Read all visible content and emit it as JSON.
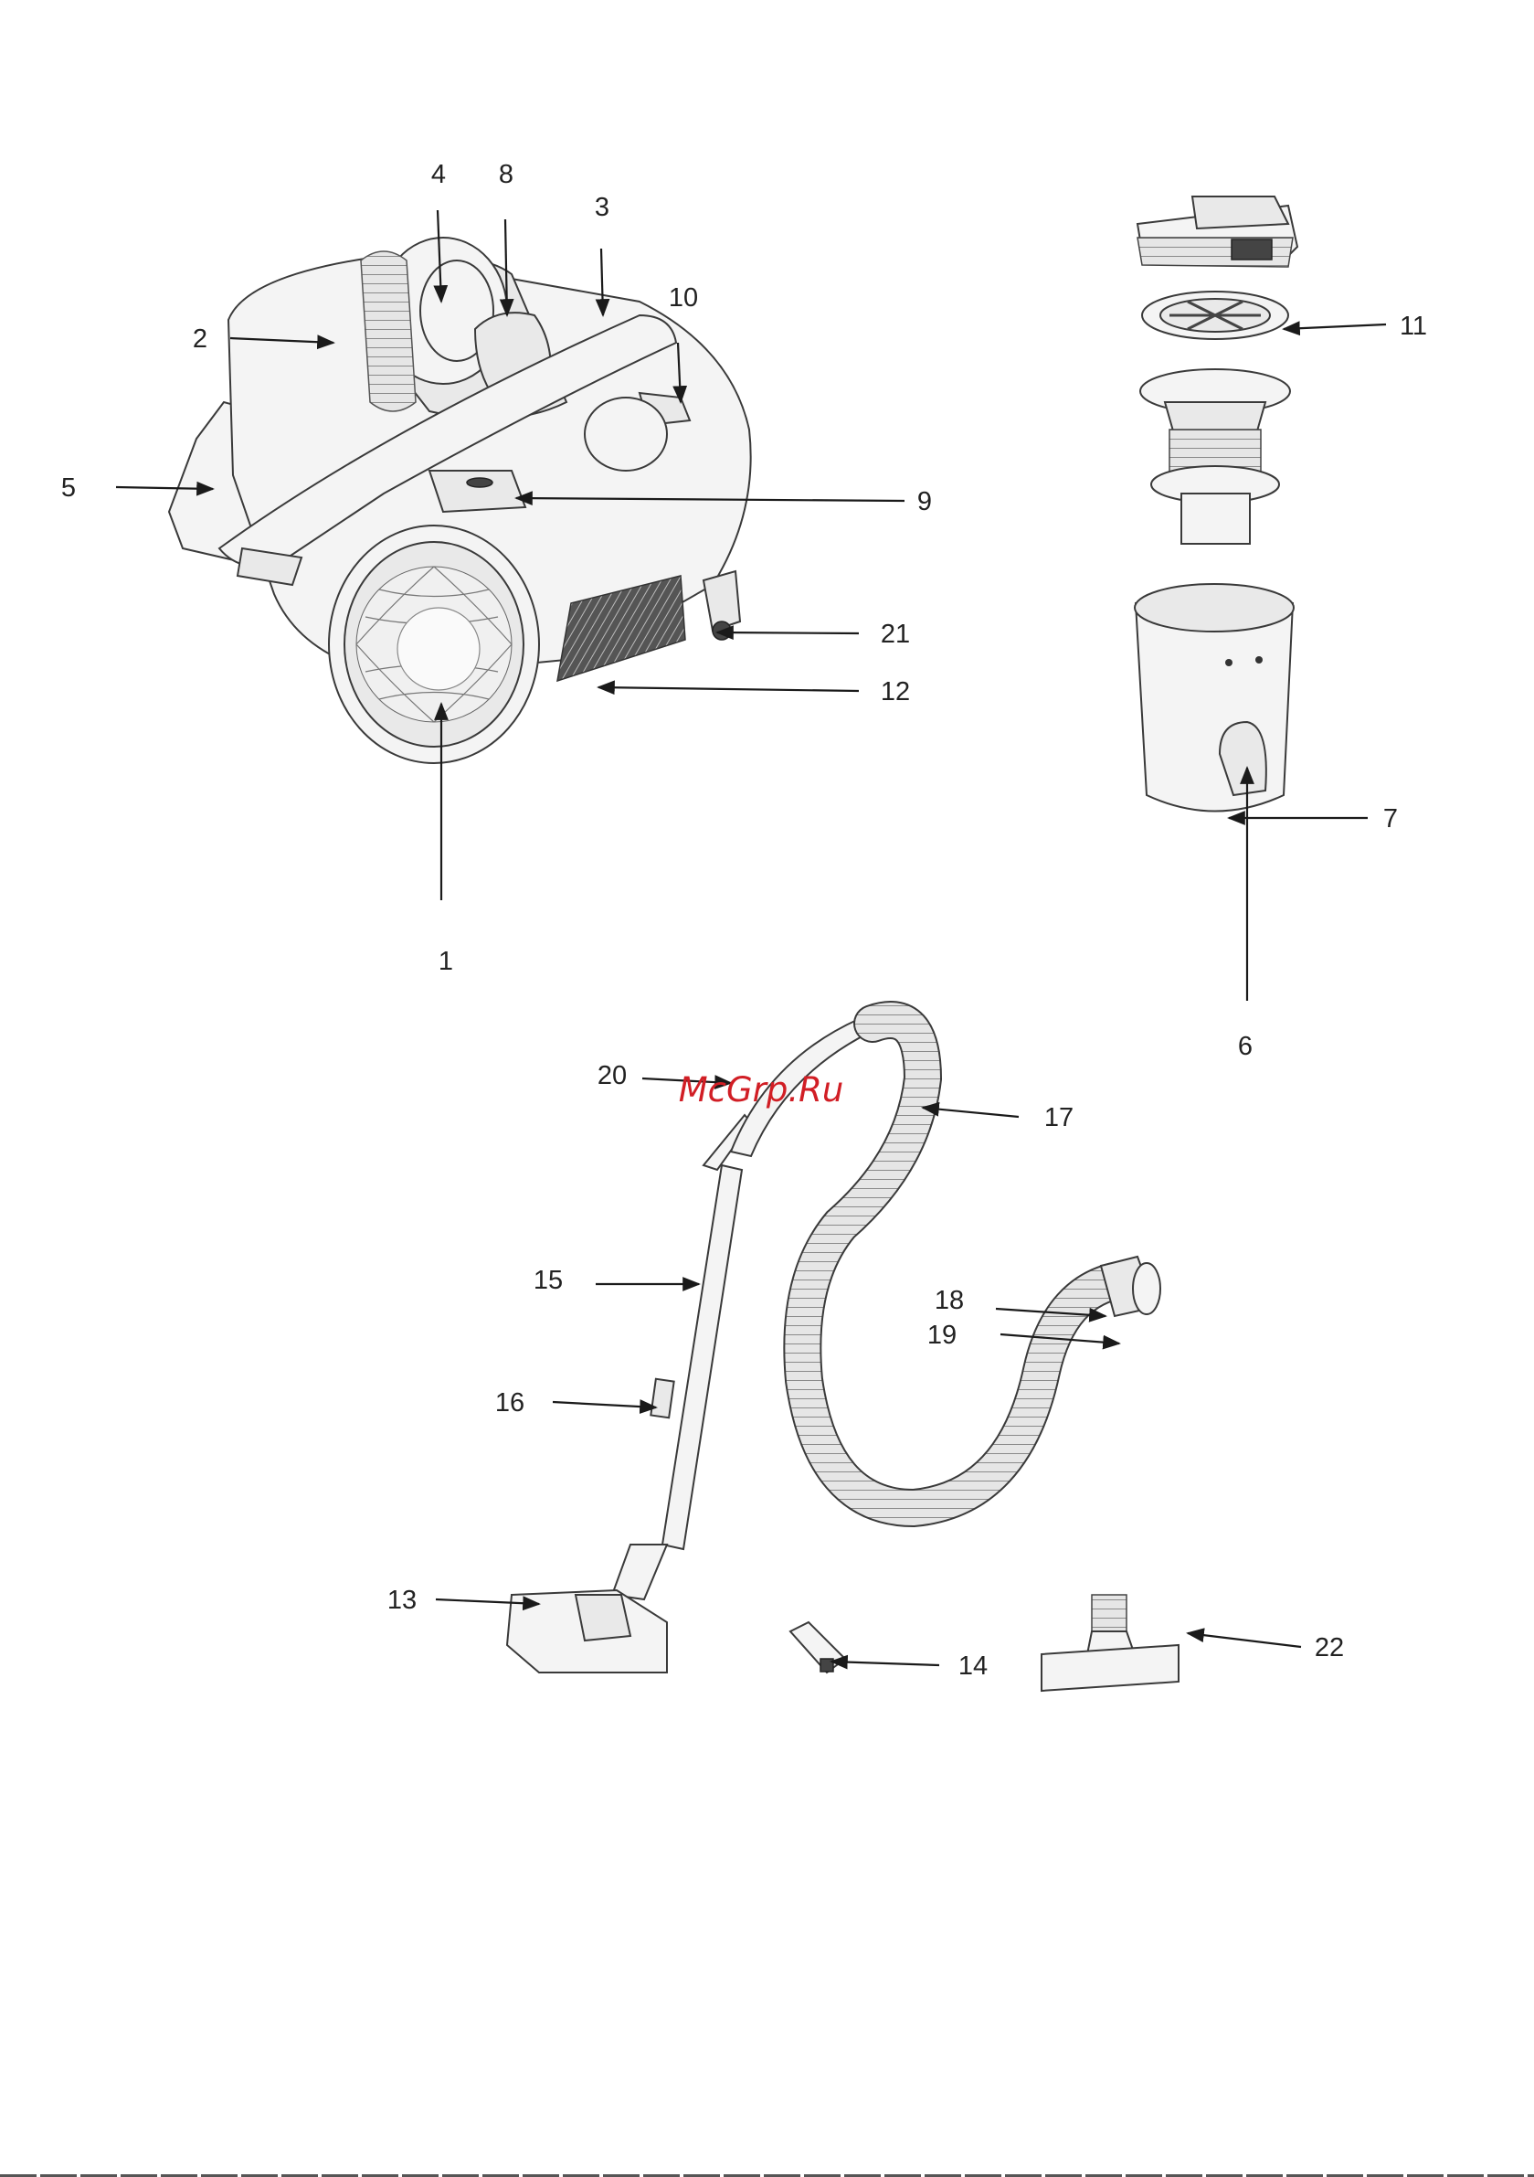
{
  "watermark": "McGrp.Ru",
  "labels": {
    "l1": "1",
    "l2": "2",
    "l3": "3",
    "l4": "4",
    "l5": "5",
    "l6": "6",
    "l7": "7",
    "l8": "8",
    "l9": "9",
    "l10": "10",
    "l11": "11",
    "l12": "12",
    "l13": "13",
    "l14": "14",
    "l15": "15",
    "l16": "16",
    "l17": "17",
    "l18": "18",
    "l19": "19",
    "l20": "20",
    "l21": "21",
    "l22": "22"
  },
  "colors": {
    "line": "#1a1a1a",
    "watermark": "#d11e25",
    "fill": "#f4f4f4"
  }
}
